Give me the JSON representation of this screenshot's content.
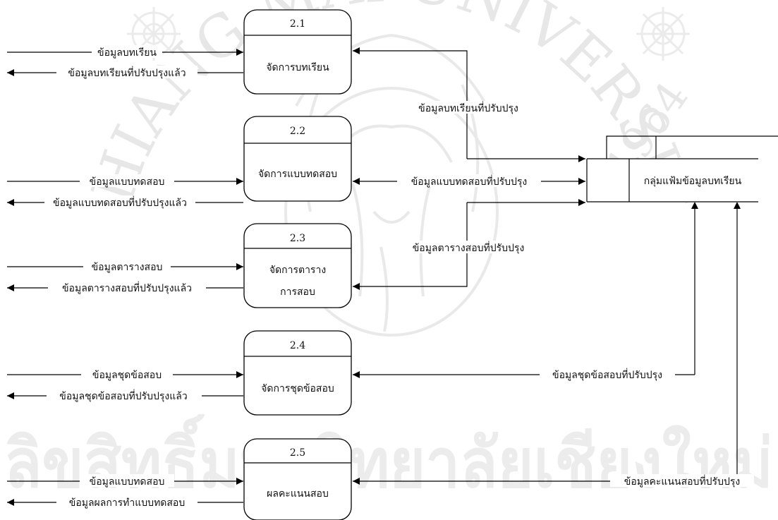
{
  "watermark": {
    "arc_text": "CHIANG MAI UNIVERSITY",
    "thai_text": "ลิขสิทธิ์มหาวิทยาลัยเชียงใหม่",
    "seal_year": "1964"
  },
  "processes": [
    {
      "id": "2.1",
      "name_lines": [
        "จัดการบทเรียน"
      ]
    },
    {
      "id": "2.2",
      "name_lines": [
        "จัดการแบบทดสอบ"
      ]
    },
    {
      "id": "2.3",
      "name_lines": [
        "จัดการตาราง",
        "การสอบ"
      ]
    },
    {
      "id": "2.4",
      "name_lines": [
        "จัดการชุดข้อสอบ"
      ]
    },
    {
      "id": "2.5",
      "name_lines": [
        "ผลคะแนนสอบ"
      ]
    }
  ],
  "datastore": {
    "name": "กลุ่มแฟ้มข้อมูลบทเรียน"
  },
  "flows": {
    "in_2_1": "ข้อมูลบทเรียน",
    "out_2_1": "ข้อมูลบทเรียนที่ปรับปรุงแล้ว",
    "in_2_2": "ข้อมูลแบบทดสอบ",
    "out_2_2": "ข้อมูลแบบทดสอบที่ปรับปรุงแล้ว",
    "in_2_3": "ข้อมูลตารางสอบ",
    "out_2_3": "ข้อมูลตารางสอบที่ปรับปรุงแล้ว",
    "in_2_4": "ข้อมูลชุดข้อสอบ",
    "out_2_4": "ข้อมูลชุดข้อสอบที่ปรับปรุงแล้ว",
    "in_2_5": "ข้อมูลแบบทดสอบ",
    "out_2_5": "ข้อมูลผลการทำแบบทดสอบ",
    "ds_2_1": "ข้อมูลบทเรียนที่ปรับปรุง",
    "ds_2_2": "ข้อมูลแบบทดสอบที่ปรับปรุง",
    "ds_2_3": "ข้อมูลตารางสอบที่ปรับปรุง",
    "ds_2_4": "ข้อมูลชุดข้อสอบที่ปรับปรุง",
    "ds_2_5": "ข้อมูลคะแนนสอบที่ปรับปรุง"
  }
}
